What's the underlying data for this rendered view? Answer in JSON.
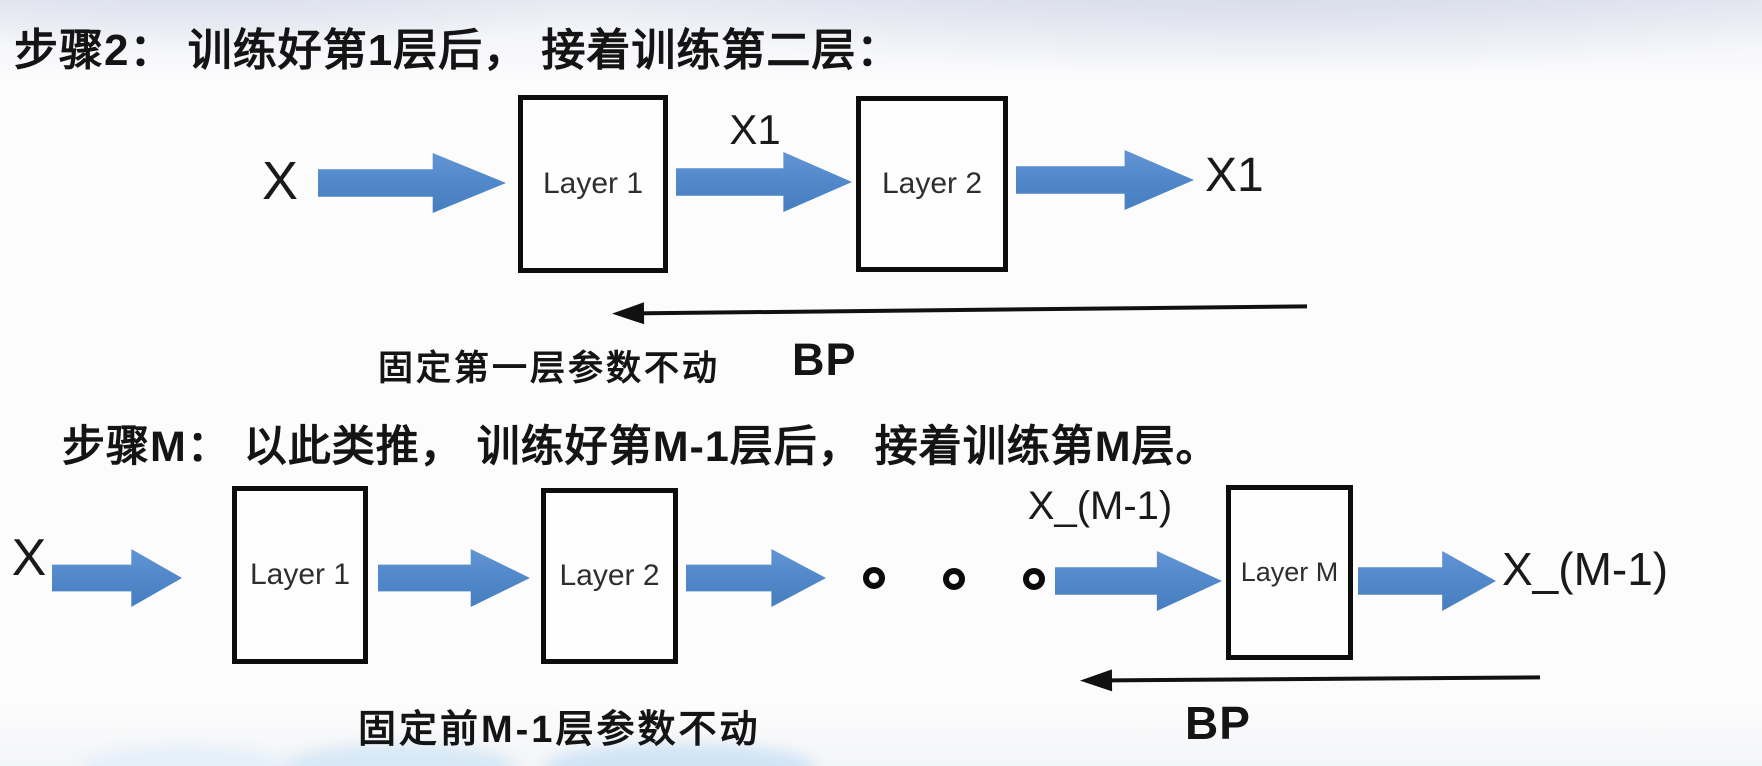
{
  "slide": {
    "colors": {
      "arrow_blue": "#5289cb",
      "ink": "#141414",
      "background_top": "#e9ebf3"
    },
    "step2": {
      "title": "步骤2： 训练好第1层后， 接着训练第二层：",
      "input_label": "X",
      "layer1_label": "Layer 1",
      "hidden_output_label": "X1",
      "layer2_label": "Layer 2",
      "final_output_label": "X1",
      "note": "固定第一层参数不动",
      "bp_label": "BP"
    },
    "stepM": {
      "title": "步骤M： 以此类推， 训练好第M-1层后， 接着训练第M层。",
      "input_label": "X",
      "layer1_label": "Layer 1",
      "layer2_label": "Layer 2",
      "ellipsis_dot_count": 3,
      "pre_output_label": "X_(M-1)",
      "layerM_label": "Layer M",
      "final_output_label": "X_(M-1)",
      "note": "固定前M-1层参数不动",
      "bp_label": "BP"
    }
  }
}
